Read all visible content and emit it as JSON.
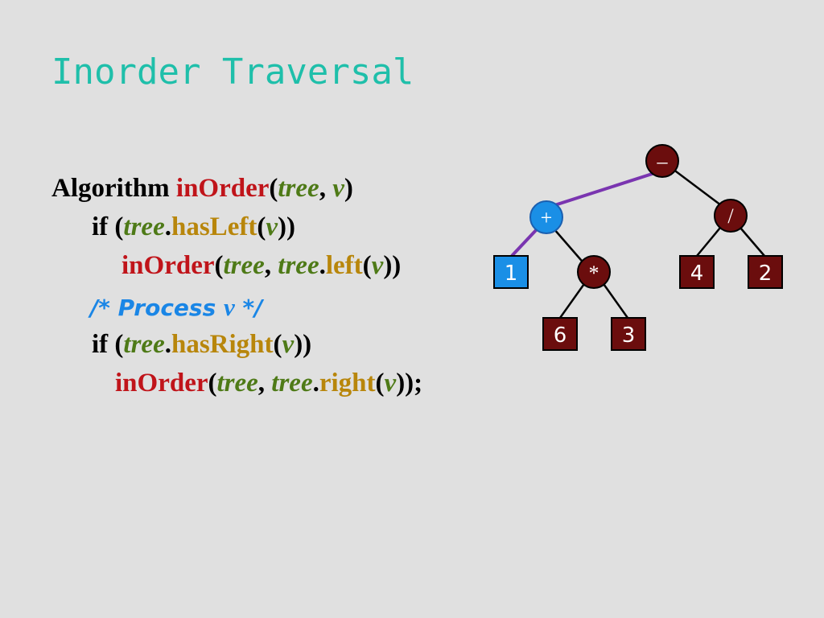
{
  "title": "Inorder Traversal",
  "code": {
    "l1": {
      "kw": "Algorithm",
      "fn": "inOrder",
      "p1": "(",
      "a1": "tree",
      "c": ", ",
      "a2": "v",
      "p2": ")"
    },
    "l2": {
      "kw": "if",
      "p1": " (",
      "a1": "tree",
      "dot": ".",
      "m": "hasLeft",
      "p2": "(",
      "a2": "v",
      "p3": "))"
    },
    "l3": {
      "fn": "inOrder",
      "p1": "(",
      "a1": "tree",
      "c": ", ",
      "a2": "tree",
      "dot": ".",
      "m": "left",
      "p2": "(",
      "a3": "v",
      "p3": "))"
    },
    "l4": {
      "c1": "/* Process ",
      "v": "v",
      "c2": " */"
    },
    "l5": {
      "kw": "if",
      "p1": " (",
      "a1": "tree",
      "dot": ".",
      "m": "hasRight",
      "p2": "(",
      "a2": "v",
      "p3": "))"
    },
    "l6": {
      "fn": "inOrder",
      "p1": "(",
      "a1": "tree",
      "c": ", ",
      "a2": "tree",
      "dot": ".",
      "m": "right",
      "p2": "(",
      "a3": "v",
      "p3": "));"
    }
  },
  "tree": {
    "colors": {
      "node": "#6b0d0d",
      "highlight": "#1a8fe6",
      "highlight_edge": "#7a35b0",
      "edge": "#000000"
    },
    "nodes": {
      "root": "–",
      "plus": "+",
      "div": "/",
      "one": "1",
      "mult": "*",
      "four": "4",
      "two": "2",
      "six": "6",
      "three": "3"
    }
  }
}
